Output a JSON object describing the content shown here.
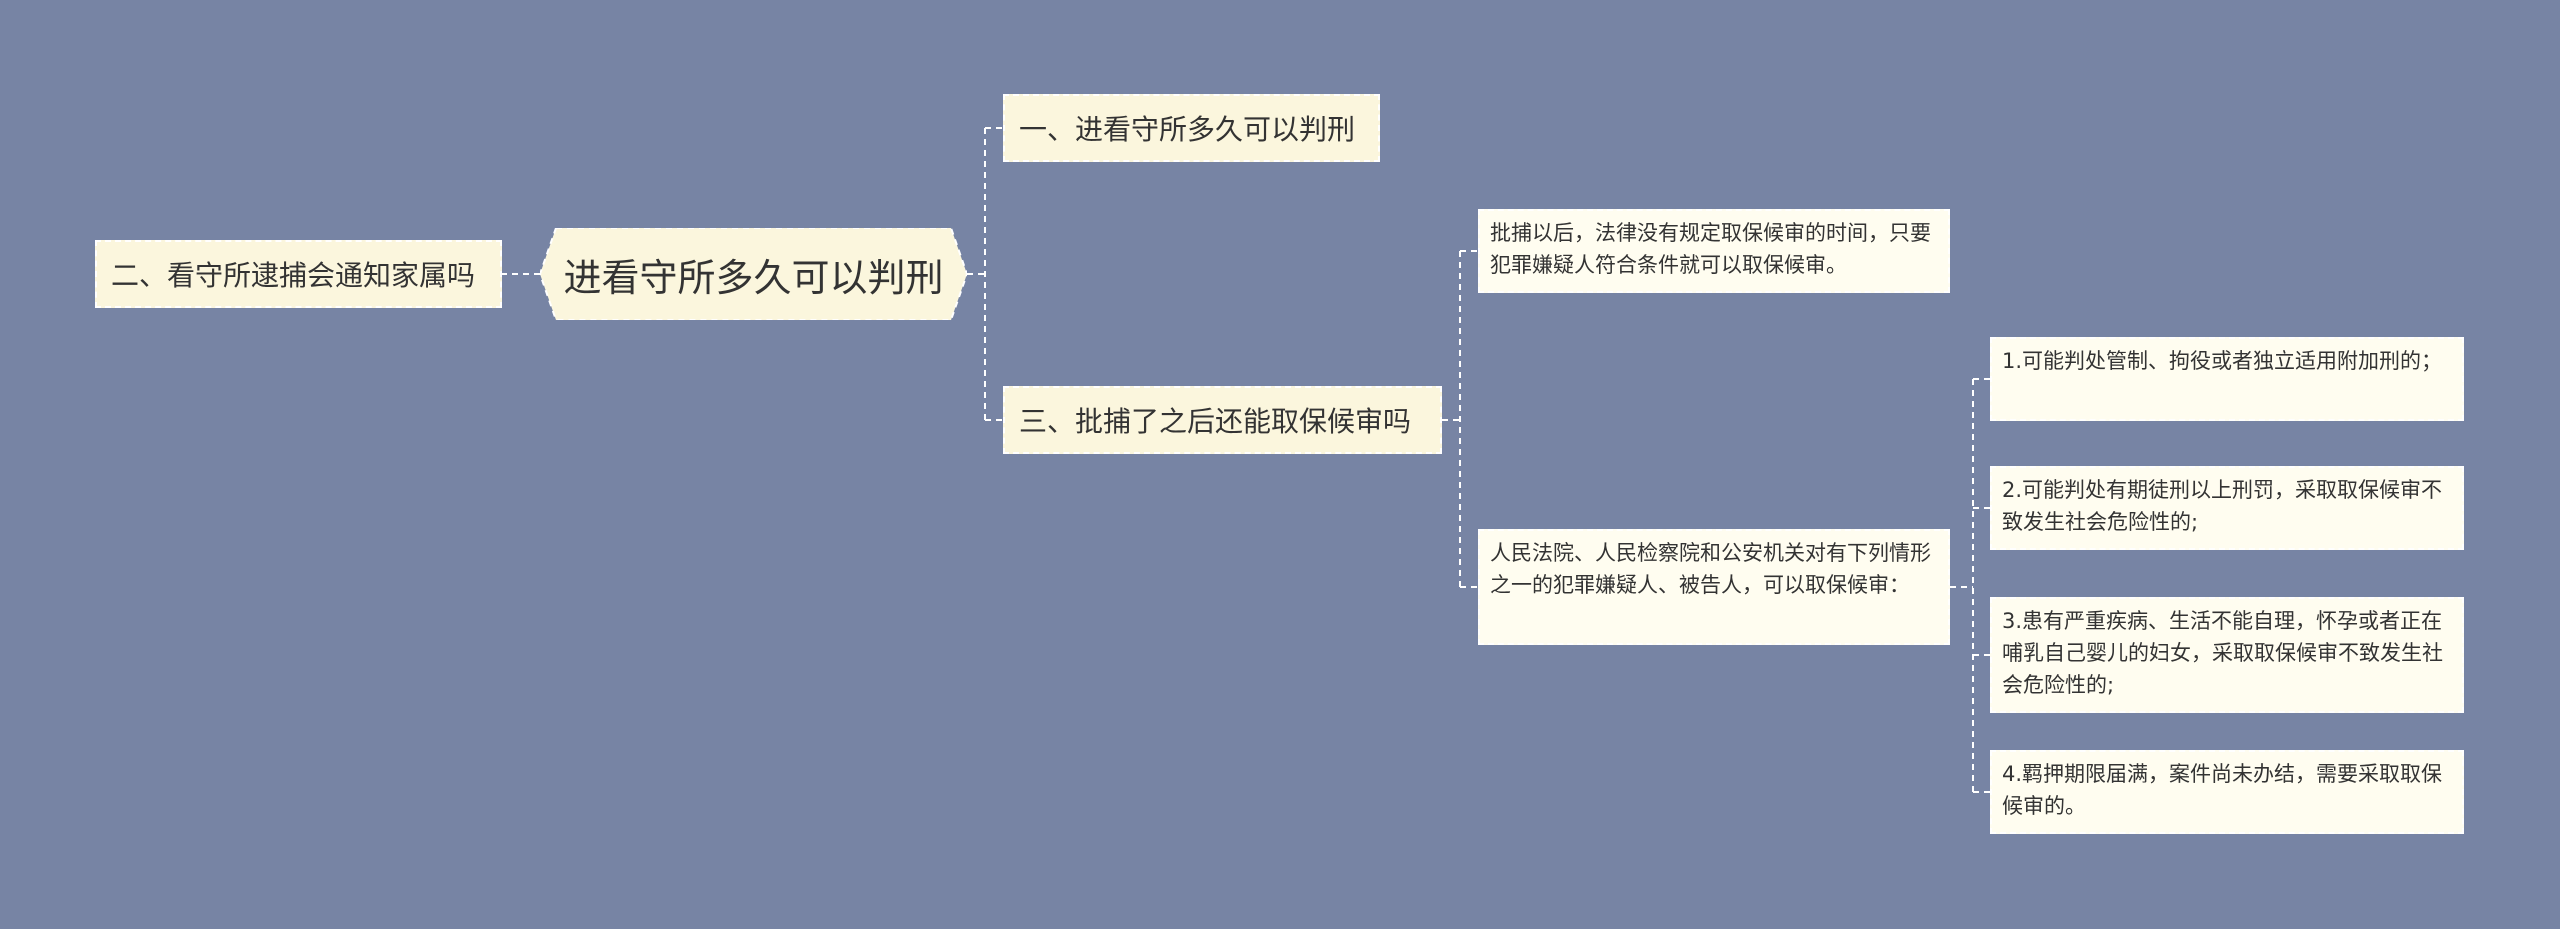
{
  "colors": {
    "background": "#7784a4",
    "root_fill": "#fbf6dd",
    "branch_fill": "#fbf6dd",
    "leaf_fill": "#fffdf0",
    "connector": "#ffffff",
    "text": "#333333"
  },
  "mindmap": {
    "root": "进看守所多久可以判刑",
    "left_branches": [
      {
        "label": "二、看守所逮捕会通知家属吗"
      }
    ],
    "right_branches": [
      {
        "label": "一、进看守所多久可以判刑"
      },
      {
        "label": "三、批捕了之后还能取保候审吗",
        "children": [
          {
            "text": "批捕以后，法律没有规定取保候审的时间，只要犯罪嫌疑人符合条件就可以取保候审。"
          },
          {
            "text": "人民法院、人民检察院和公安机关对有下列情形之一的犯罪嫌疑人、被告人，可以取保候审：",
            "children": [
              {
                "text": "1.可能判处管制、拘役或者独立适用附加刑的；"
              },
              {
                "text": "2.可能判处有期徒刑以上刑罚，采取取保候审不致发生社会危险性的;"
              },
              {
                "text": "3.患有严重疾病、生活不能自理，怀孕或者正在哺乳自己婴儿的妇女，采取取保候审不致发生社会危险性的;"
              },
              {
                "text": "4.羁押期限届满，案件尚未办结，需要采取取保候审的。"
              }
            ]
          }
        ]
      }
    ]
  }
}
